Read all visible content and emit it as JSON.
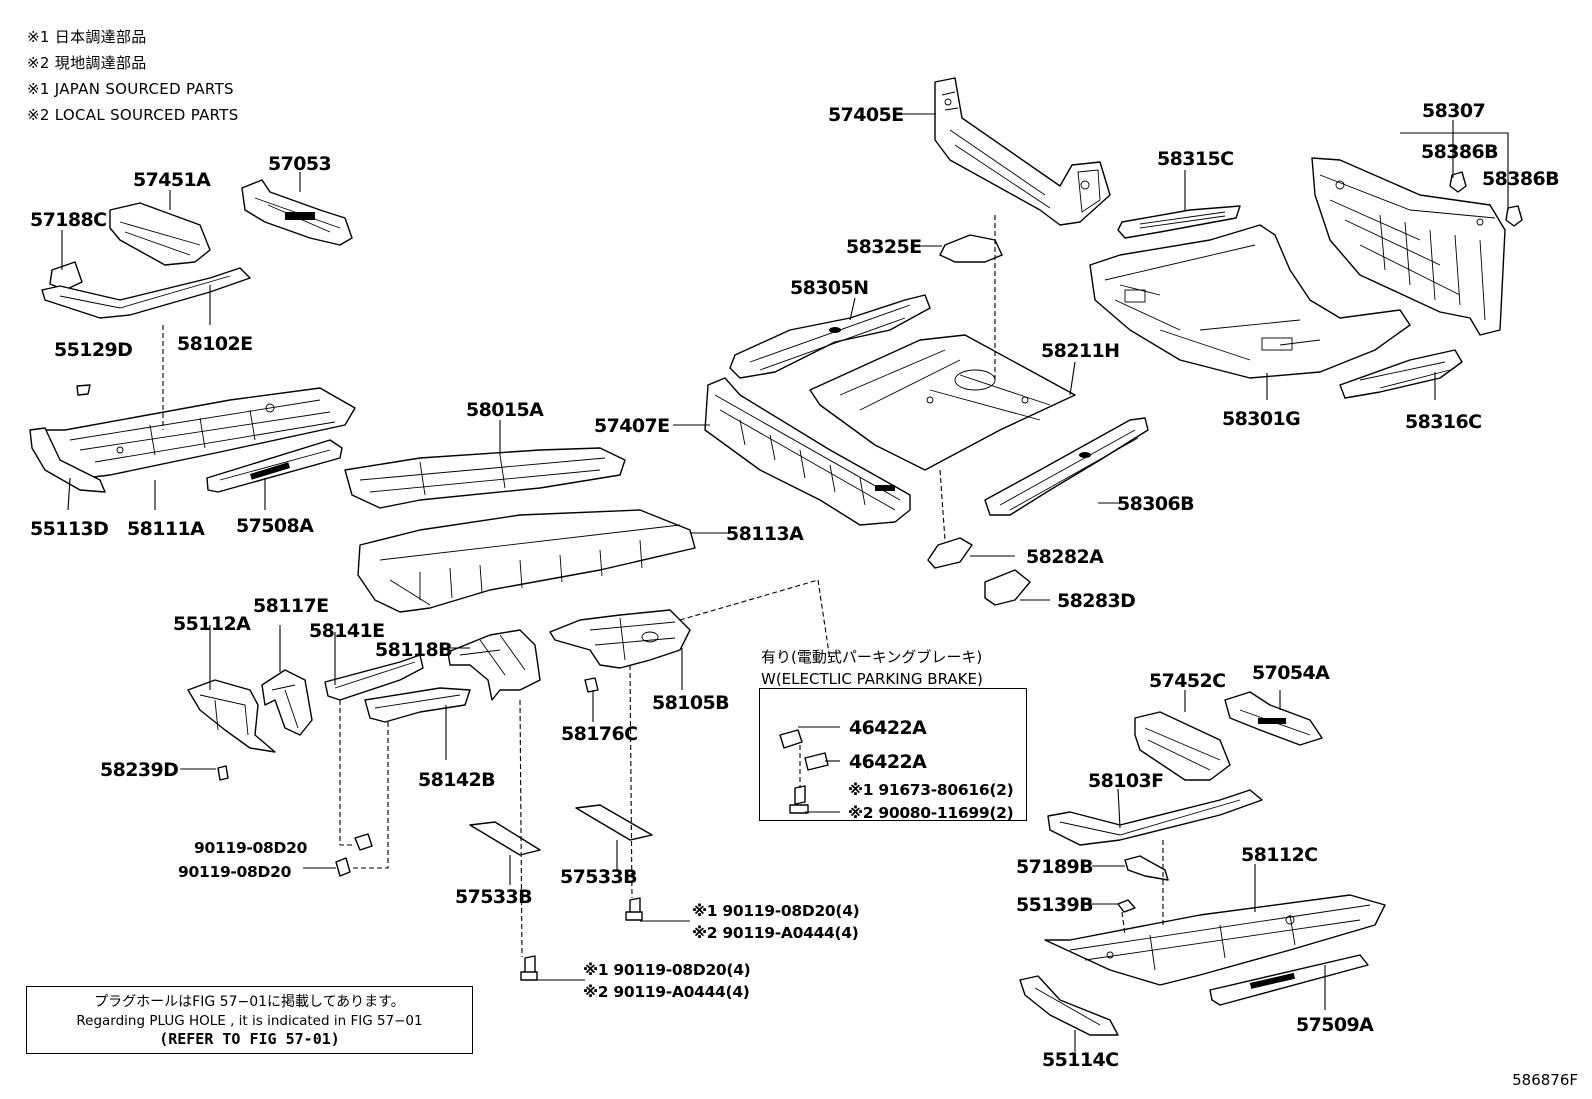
{
  "legend": [
    "※1 日本調達部品",
    "※2 現地調達部品",
    "※1 JAPAN SOURCED PARTS",
    "※2 LOCAL SOURCED PARTS"
  ],
  "part_labels": {
    "p57405E": "57405E",
    "p58307": "58307",
    "p58315C": "58315C",
    "p58386B_1": "58386B",
    "p58386B_2": "58386B",
    "p57053": "57053",
    "p57451A": "57451A",
    "p57188C": "57188C",
    "p58325E": "58325E",
    "p58305N": "58305N",
    "p58211H": "58211H",
    "p55129D": "55129D",
    "p58102E": "58102E",
    "p58301G": "58301G",
    "p58316C": "58316C",
    "p58015A": "58015A",
    "p57407E": "57407E",
    "p58306B": "58306B",
    "p55113D": "55113D",
    "p58111A": "58111A",
    "p57508A": "57508A",
    "p58113A": "58113A",
    "p58282A": "58282A",
    "p58283D": "58283D",
    "p55112A": "55112A",
    "p58117E": "58117E",
    "p58141E": "58141E",
    "p58118B": "58118B",
    "p58105B": "58105B",
    "p58176C": "58176C",
    "p58239D": "58239D",
    "p58142B": "58142B",
    "p57452C": "57452C",
    "p57054A": "57054A",
    "p46422A_1": "46422A",
    "p46422A_2": "46422A",
    "p58103F": "58103F",
    "p58112C": "58112C",
    "p57189B": "57189B",
    "p55139B": "55139B",
    "p90119_08D20_a": "90119-08D20",
    "p90119_08D20_b": "90119-08D20",
    "p57533B_1": "57533B",
    "p57533B_2": "57533B",
    "p55114C": "55114C",
    "p57509A": "57509A"
  },
  "fastener_notes": {
    "epb_1": "※1 91673-80616(2)",
    "epb_2": "※2 90080-11699(2)",
    "mid_1": "※1 90119-08D20(4)",
    "mid_2": "※2 90119-A0444(4)",
    "low_1": "※1 90119-08D20(4)",
    "low_2": "※2 90119-A0444(4)"
  },
  "epb_box": {
    "title_jp": "有り(電動式パーキングブレーキ)",
    "title_en": "W(ELECTLIC PARKING BRAKE)"
  },
  "note_box": {
    "line1": "プラグホールはFIG 57−01に掲載してあります。",
    "line2": "Regarding  PLUG  HOLE , it is indicated in FIG  57−01",
    "line3": "(REFER TO FIG 57-01)"
  },
  "figure_id": "586876F"
}
